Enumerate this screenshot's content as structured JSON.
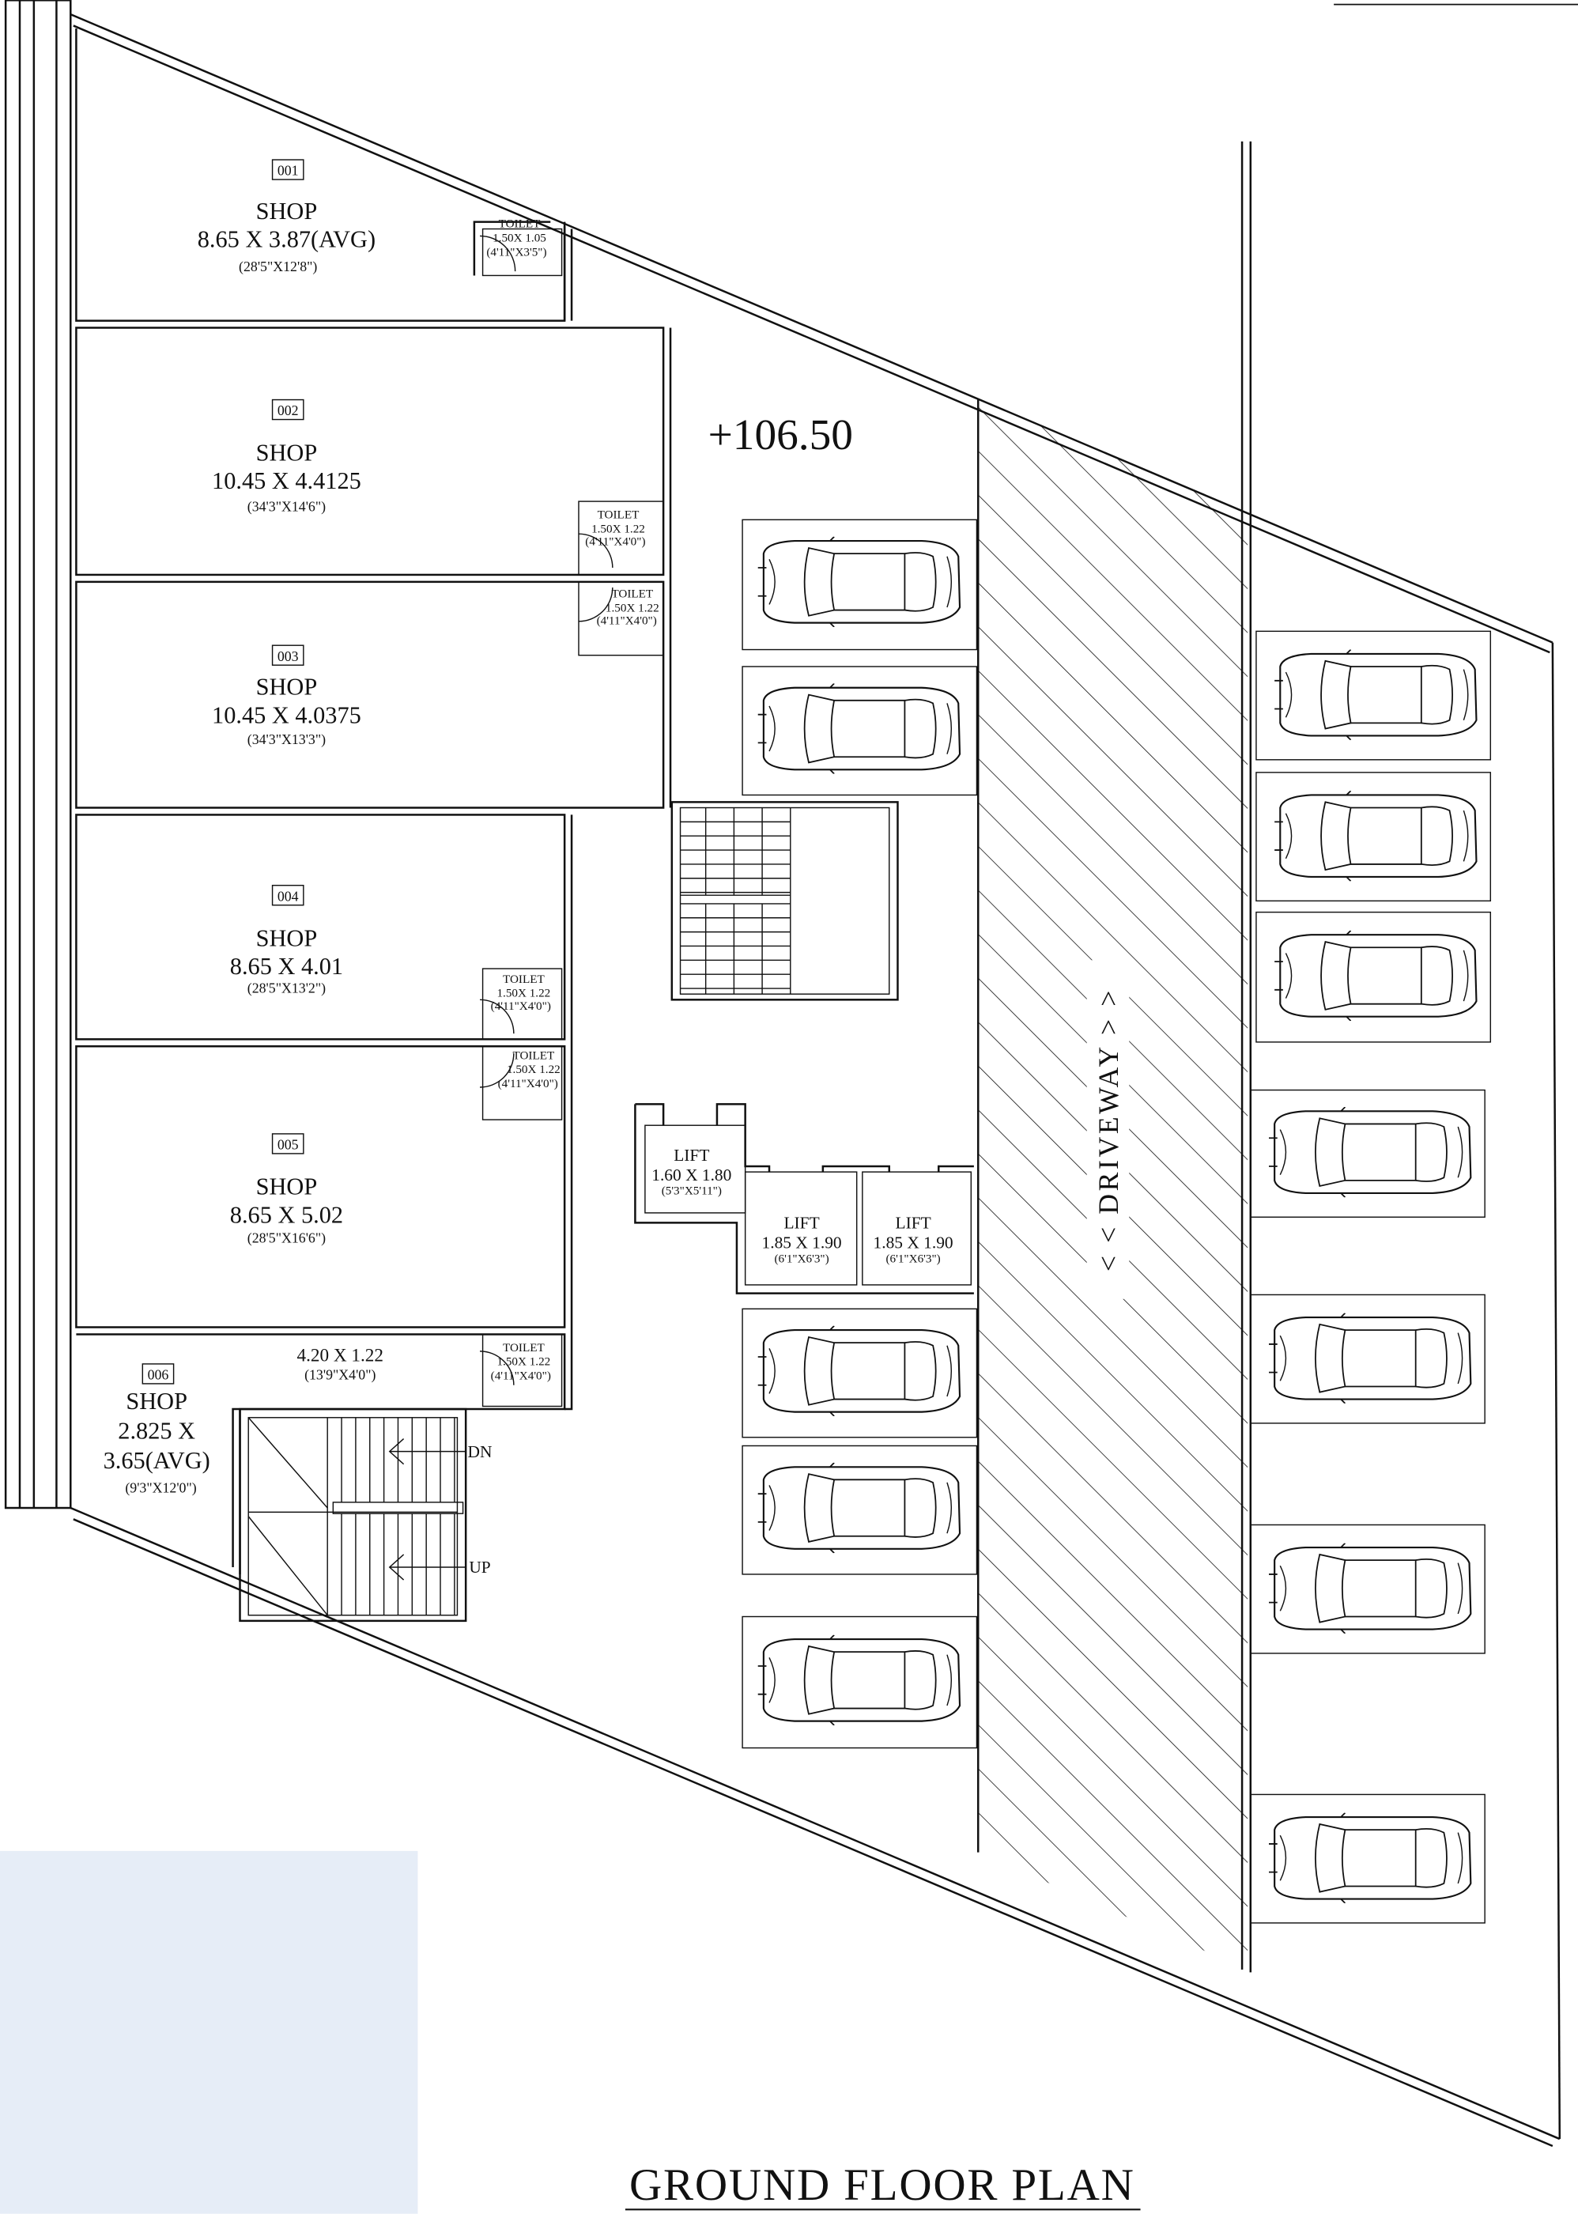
{
  "title": "GROUND FLOOR PLAN",
  "level": "+106.50",
  "driveway": "< < DRIVEWAY > >",
  "colors": {
    "line": "#111111",
    "panel": "#e6edf7",
    "background": "#ffffff"
  },
  "shops": [
    {
      "id": "001",
      "name": "SHOP",
      "dims": "8.65 X 3.87(AVG)",
      "imperial": "(28'5\"X12'8\")"
    },
    {
      "id": "002",
      "name": "SHOP",
      "dims": "10.45 X 4.4125",
      "imperial": "(34'3\"X14'6\")"
    },
    {
      "id": "003",
      "name": "SHOP",
      "dims": "10.45 X 4.0375",
      "imperial": "(34'3\"X13'3\")"
    },
    {
      "id": "004",
      "name": "SHOP",
      "dims": "8.65 X 4.01",
      "imperial": "(28'5\"X13'2\")"
    },
    {
      "id": "005",
      "name": "SHOP",
      "dims": "8.65 X 5.02",
      "imperial": "(28'5\"X16'6\")"
    },
    {
      "id": "006",
      "name": "SHOP",
      "dims_line1": "2.825 X",
      "dims_line2": "3.65(AVG)",
      "imperial": "(9'3\"X12'0\")"
    }
  ],
  "toilets": [
    {
      "label": "TOILET",
      "dims": "1.50X 1.05",
      "imperial": "(4'11\"X3'5\")"
    },
    {
      "label": "TOILET",
      "dims": "1.50X 1.22",
      "imperial": "(4'11\"X4'0\")"
    },
    {
      "label": "TOILET",
      "dims": "1.50X 1.22",
      "imperial": "(4'11\"X4'0\")"
    },
    {
      "label": "TOILET",
      "dims": "1.50X 1.22",
      "imperial": "(4'11\"X4'0\")"
    },
    {
      "label": "TOILET",
      "dims": "1.50X 1.22",
      "imperial": "(4'11\"X4'0\")"
    },
    {
      "label": "TOILET",
      "dims": "1.50X 1.22",
      "imperial": "(4'11\"X4'0\")"
    }
  ],
  "corridor": {
    "dims": "4.20 X 1.22",
    "imperial": "(13'9\"X4'0\")"
  },
  "lifts": [
    {
      "label": "LIFT",
      "dims": "1.60 X 1.80",
      "imperial": "(5'3\"X5'11\")"
    },
    {
      "label": "LIFT",
      "dims": "1.85 X 1.90",
      "imperial": "(6'1\"X6'3\")"
    },
    {
      "label": "LIFT",
      "dims": "1.85 X 1.90",
      "imperial": "(6'1\"X6'3\")"
    }
  ],
  "stairs": {
    "down": "DN",
    "up": "UP"
  }
}
